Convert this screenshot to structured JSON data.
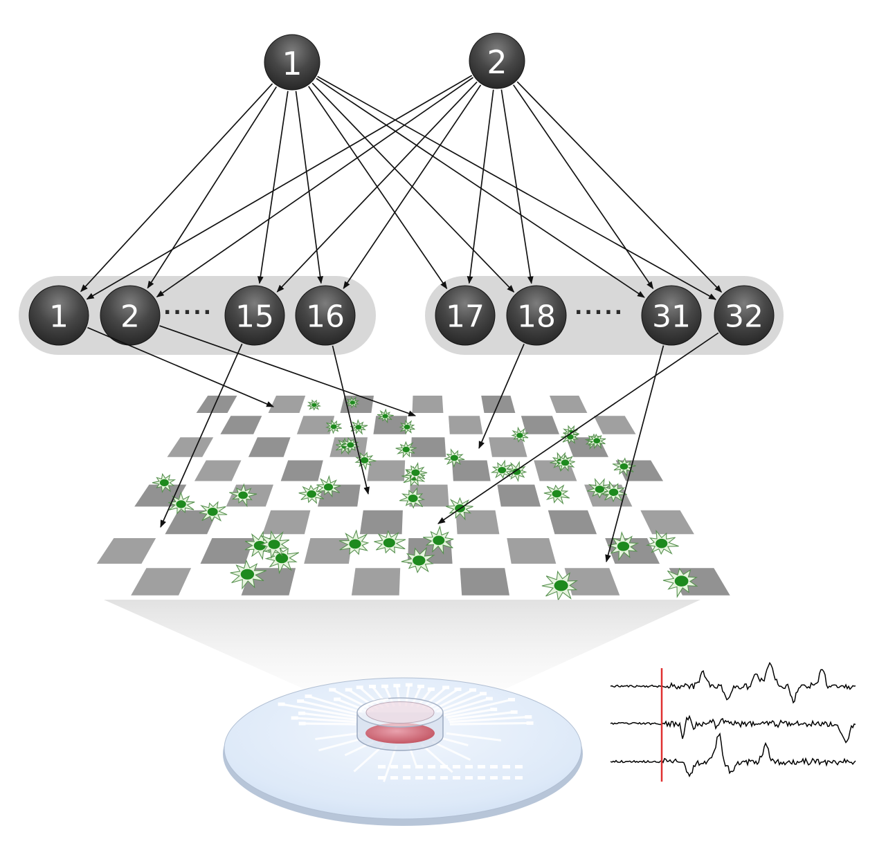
{
  "diagram": {
    "stimulus_nodes": [
      {
        "id": "s1",
        "label": "1"
      },
      {
        "id": "s2",
        "label": "2"
      }
    ],
    "channel_groups": [
      {
        "id": "bank-1",
        "nodes": [
          {
            "id": "c1",
            "label": "1"
          },
          {
            "id": "c2",
            "label": "2"
          },
          {
            "id": "e1",
            "label": "·····",
            "type": "ellipsis"
          },
          {
            "id": "c15",
            "label": "15"
          },
          {
            "id": "c16",
            "label": "16"
          }
        ]
      },
      {
        "id": "bank-2",
        "nodes": [
          {
            "id": "c17",
            "label": "17"
          },
          {
            "id": "c18",
            "label": "18"
          },
          {
            "id": "e2",
            "label": "·····",
            "type": "ellipsis"
          },
          {
            "id": "c31",
            "label": "31"
          },
          {
            "id": "c32",
            "label": "32"
          }
        ]
      }
    ],
    "connections": {
      "stimulus_to_channels": [
        {
          "from": "s1",
          "to": [
            "c1",
            "c2",
            "c15",
            "c16",
            "c17",
            "c18",
            "c31",
            "c32"
          ]
        },
        {
          "from": "s2",
          "to": [
            "c1",
            "c2",
            "c15",
            "c16",
            "c17",
            "c18",
            "c31",
            "c32"
          ]
        }
      ],
      "channels_to_electrodes": [
        {
          "from": "c1",
          "target": [
            395,
            588
          ]
        },
        {
          "from": "c2",
          "target": [
            600,
            601
          ]
        },
        {
          "from": "c15",
          "target": [
            232,
            762
          ]
        },
        {
          "from": "c16",
          "target": [
            532,
            714
          ]
        },
        {
          "from": "c18",
          "target": [
            692,
            648
          ]
        },
        {
          "from": "c31",
          "target": [
            876,
            812
          ]
        },
        {
          "from": "c32",
          "target": [
            633,
            757
          ]
        }
      ]
    },
    "colors": {
      "node_fill": "#3b3b3b",
      "node_text": "#ffffff",
      "group_pill": "#d8d8d8",
      "arrow": "#111111",
      "electrode": "#9a9a9a",
      "neuron_body": "#e7f4df",
      "neuron_outline": "#56904e",
      "neuron_nucleus": "#1e8a1e",
      "mea_disc": "#d9e6f7",
      "stimulus_marker": "#e03030",
      "trace": "#000000"
    }
  }
}
